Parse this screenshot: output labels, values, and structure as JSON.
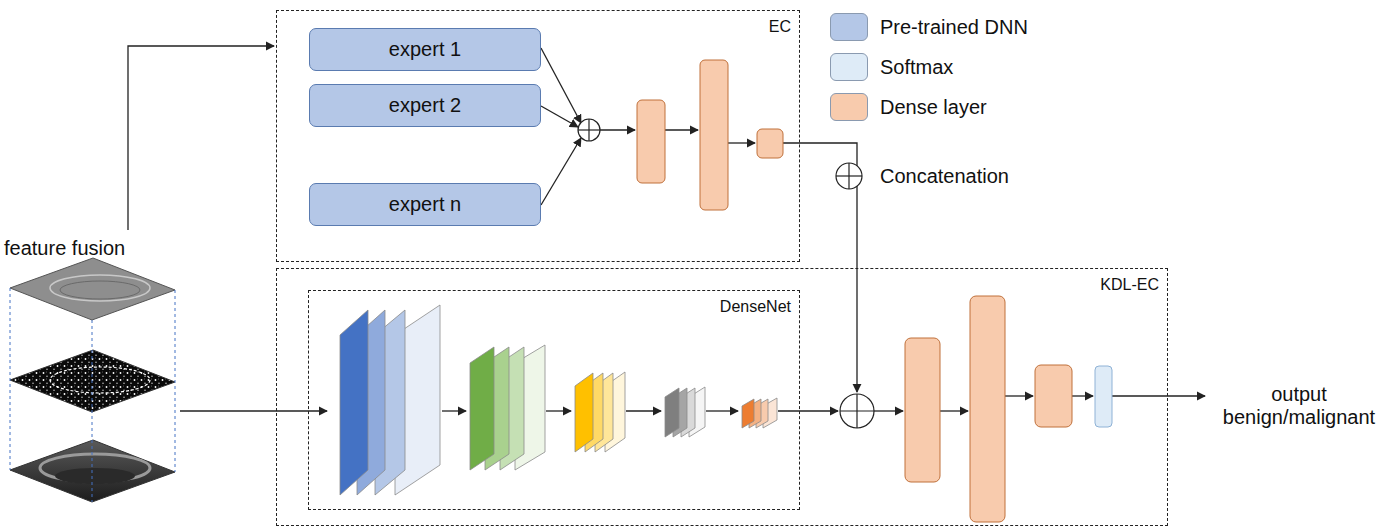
{
  "diagram": {
    "nodes": [
      {
        "text": [
          "EC"
        ]
      },
      {
        "text": [
          "expert 1"
        ],
        "in": 0
      },
      {
        "text": [
          "expert 2"
        ],
        "in": 0
      },
      {
        "text": [
          "expert n"
        ],
        "in": 0
      },
      {
        "text": [
          "KDL-EC"
        ]
      },
      {
        "text": [
          "DenseNet"
        ],
        "in": 4
      }
    ],
    "labels": [
      "feature fusion",
      "output benign/malignant"
    ],
    "legend": [
      {
        "text": "Pre-trained DNN",
        "color": "#b4c7e7"
      },
      {
        "text": "Softmax",
        "color": "#deebf7"
      },
      {
        "text": "Dense layer",
        "color": "#f8cbad"
      },
      {
        "text": "Concatenation"
      }
    ]
  }
}
